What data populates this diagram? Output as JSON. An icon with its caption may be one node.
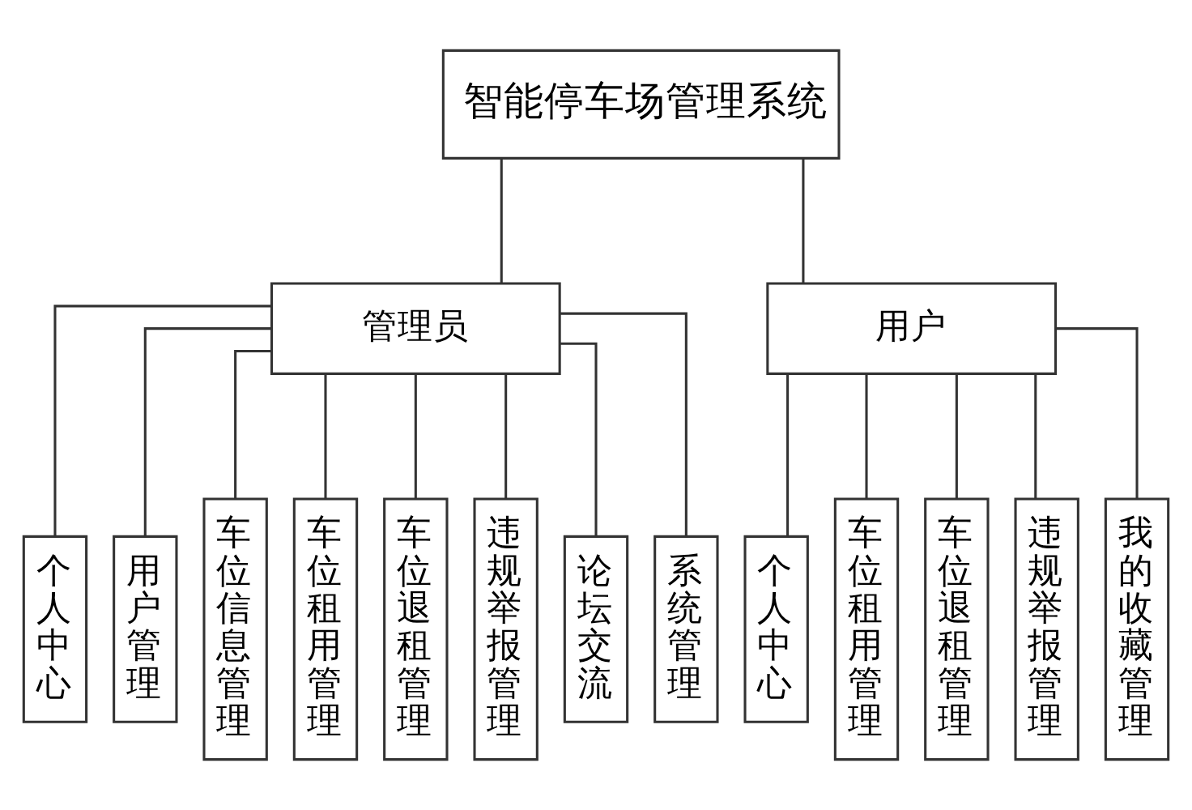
{
  "diagram": {
    "nodes": [
      {
        "text": [
          "智能停车场管理系统"
        ]
      },
      {
        "text": [
          "管理员"
        ]
      },
      {
        "text": [
          "用户"
        ]
      },
      {
        "text": [
          "个人中心"
        ]
      },
      {
        "text": [
          "用户管理"
        ]
      },
      {
        "text": [
          "车位信息管理"
        ]
      },
      {
        "text": [
          "车位租用管理"
        ]
      },
      {
        "text": [
          "车位退租管理"
        ]
      },
      {
        "text": [
          "违规举报管理"
        ]
      },
      {
        "text": [
          "论坛交流"
        ]
      },
      {
        "text": [
          "系统管理"
        ]
      },
      {
        "text": [
          "个人中心"
        ]
      },
      {
        "text": [
          "车位租用管理"
        ]
      },
      {
        "text": [
          "车位退租管理"
        ]
      },
      {
        "text": [
          "违规举报管理"
        ]
      },
      {
        "text": [
          "我的收藏管理"
        ]
      }
    ],
    "edges": [
      {
        "from": 0,
        "to": 1,
        "arrow": "none"
      },
      {
        "from": 0,
        "to": 2,
        "arrow": "none"
      },
      {
        "from": 1,
        "to": 3,
        "arrow": "none"
      },
      {
        "from": 1,
        "to": 4,
        "arrow": "none"
      },
      {
        "from": 1,
        "to": 5,
        "arrow": "none"
      },
      {
        "from": 1,
        "to": 6,
        "arrow": "none"
      },
      {
        "from": 1,
        "to": 7,
        "arrow": "none"
      },
      {
        "from": 1,
        "to": 8,
        "arrow": "none"
      },
      {
        "from": 1,
        "to": 9,
        "arrow": "none"
      },
      {
        "from": 1,
        "to": 10,
        "arrow": "none"
      },
      {
        "from": 2,
        "to": 11,
        "arrow": "none"
      },
      {
        "from": 2,
        "to": 12,
        "arrow": "none"
      },
      {
        "from": 2,
        "to": 13,
        "arrow": "none"
      },
      {
        "from": 2,
        "to": 14,
        "arrow": "none"
      },
      {
        "from": 2,
        "to": 15,
        "arrow": "none"
      }
    ]
  }
}
